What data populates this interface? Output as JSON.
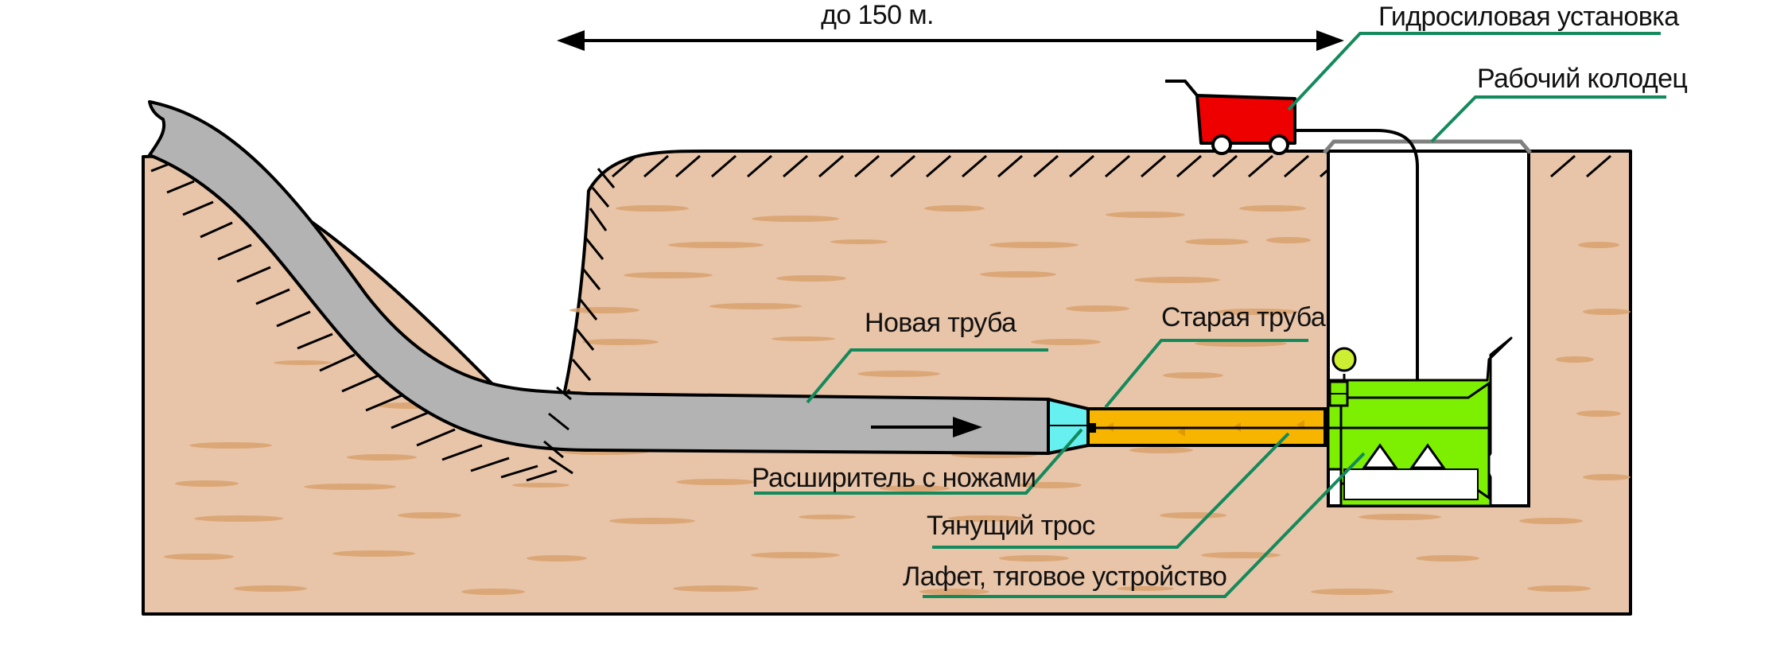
{
  "distance_label": "до 150 м.",
  "labels": {
    "hydraulic_unit": "Гидросиловая установка",
    "work_pit": "Рабочий колодец",
    "new_pipe": "Новая труба",
    "old_pipe": "Старая труба",
    "expander": "Расширитель с ножами",
    "pull_cable": "Тянущий трос",
    "carriage": "Лафет, тяговое устройство"
  },
  "colors": {
    "soil": "#E8C4A8",
    "soil_streak": "#D9A26E",
    "pipe_new": "#B3B3B3",
    "pipe_old": "#F7B500",
    "expander": "#66F0F0",
    "hydraulic_unit": "#EE0000",
    "carriage": "#7CF000",
    "leader": "#138A5C",
    "outline": "#000000"
  }
}
